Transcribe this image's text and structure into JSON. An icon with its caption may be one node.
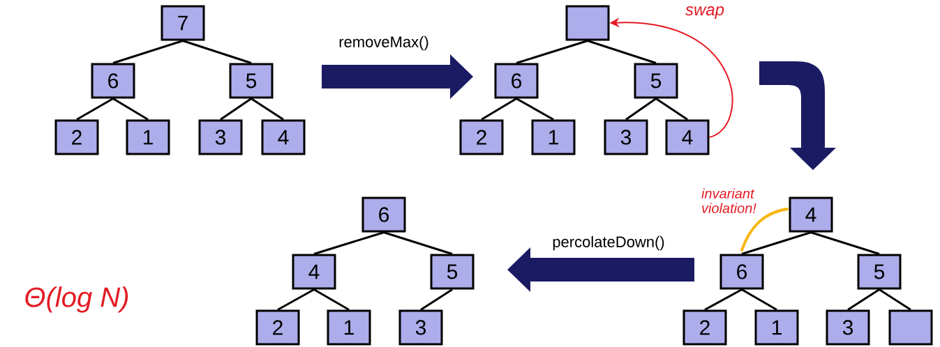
{
  "diagram": {
    "nodes": [
      {
        "text": [
          "7"
        ]
      },
      {
        "text": [
          "6"
        ]
      },
      {
        "text": [
          "5"
        ]
      },
      {
        "text": [
          "2"
        ]
      },
      {
        "text": [
          "1"
        ]
      },
      {
        "text": [
          "3"
        ]
      },
      {
        "text": [
          "4"
        ]
      },
      {
        "text": [],
        "shape": "box"
      },
      {
        "text": [
          "6"
        ]
      },
      {
        "text": [
          "5"
        ]
      },
      {
        "text": [
          "2"
        ]
      },
      {
        "text": [
          "1"
        ]
      },
      {
        "text": [
          "3"
        ]
      },
      {
        "text": [
          "4"
        ]
      },
      {
        "text": [
          "4"
        ]
      },
      {
        "text": [
          "6"
        ]
      },
      {
        "text": [
          "5"
        ]
      },
      {
        "text": [
          "2"
        ]
      },
      {
        "text": [
          "1"
        ]
      },
      {
        "text": [
          "3"
        ]
      },
      {
        "text": [],
        "shape": "box"
      },
      {
        "text": [
          "6"
        ]
      },
      {
        "text": [
          "4"
        ]
      },
      {
        "text": [
          "5"
        ]
      },
      {
        "text": [
          "2"
        ]
      },
      {
        "text": [
          "1"
        ]
      },
      {
        "text": [
          "3"
        ]
      }
    ],
    "edges": [
      {
        "from": 0,
        "to": 1,
        "arrow": "none"
      },
      {
        "from": 0,
        "to": 2,
        "arrow": "none"
      },
      {
        "from": 1,
        "to": 3,
        "arrow": "none"
      },
      {
        "from": 1,
        "to": 4,
        "arrow": "none"
      },
      {
        "from": 2,
        "to": 5,
        "arrow": "none"
      },
      {
        "from": 2,
        "to": 6,
        "arrow": "none"
      },
      {
        "from": 7,
        "to": 8,
        "arrow": "none"
      },
      {
        "from": 7,
        "to": 9,
        "arrow": "none"
      },
      {
        "from": 8,
        "to": 10,
        "arrow": "none"
      },
      {
        "from": 8,
        "to": 11,
        "arrow": "none"
      },
      {
        "from": 9,
        "to": 12,
        "arrow": "none"
      },
      {
        "from": 9,
        "to": 13,
        "arrow": "none"
      },
      {
        "from": 13,
        "to": 7,
        "arrow": "to",
        "label": "swap",
        "color": "#e31b23"
      },
      {
        "from": 14,
        "to": 15,
        "arrow": "none"
      },
      {
        "from": 14,
        "to": 16,
        "arrow": "none"
      },
      {
        "from": 15,
        "to": 17,
        "arrow": "none"
      },
      {
        "from": 15,
        "to": 18,
        "arrow": "none"
      },
      {
        "from": 16,
        "to": 19,
        "arrow": "none"
      },
      {
        "from": 16,
        "to": 20,
        "arrow": "none"
      },
      {
        "from": 21,
        "to": 22,
        "arrow": "none"
      },
      {
        "from": 21,
        "to": 23,
        "arrow": "none"
      },
      {
        "from": 22,
        "to": 24,
        "arrow": "none"
      },
      {
        "from": 22,
        "to": 25,
        "arrow": "none"
      },
      {
        "from": 23,
        "to": 26,
        "arrow": "none"
      }
    ],
    "labels": [
      "removeMax()",
      "invariant violation!",
      "percolateDown()",
      "Θ(log N)"
    ]
  }
}
